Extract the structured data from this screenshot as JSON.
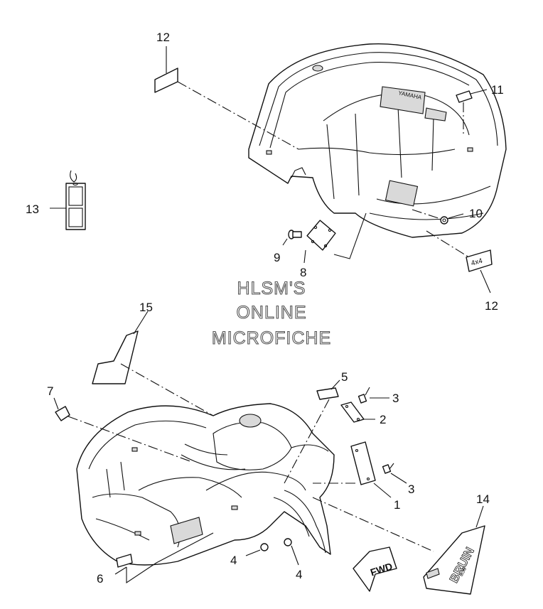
{
  "watermark": {
    "line1": "HLSM'S",
    "line2": "ONLINE",
    "line3": "MICROFICHE"
  },
  "callouts": {
    "c1": "1",
    "c2": "2",
    "c3a": "3",
    "c3b": "3",
    "c4a": "4",
    "c4b": "4",
    "c5": "5",
    "c6": "6",
    "c7": "7",
    "c8": "8",
    "c9": "9",
    "c10": "10",
    "c11": "11",
    "c12a": "12",
    "c12b": "12",
    "c13": "13",
    "c14": "14",
    "c15": "15"
  },
  "labels": {
    "fwd": "FWD",
    "yamaha": "YAMAHA",
    "bruin": "BRUIN",
    "bruin_sub": "350",
    "emblem": "4x4"
  }
}
